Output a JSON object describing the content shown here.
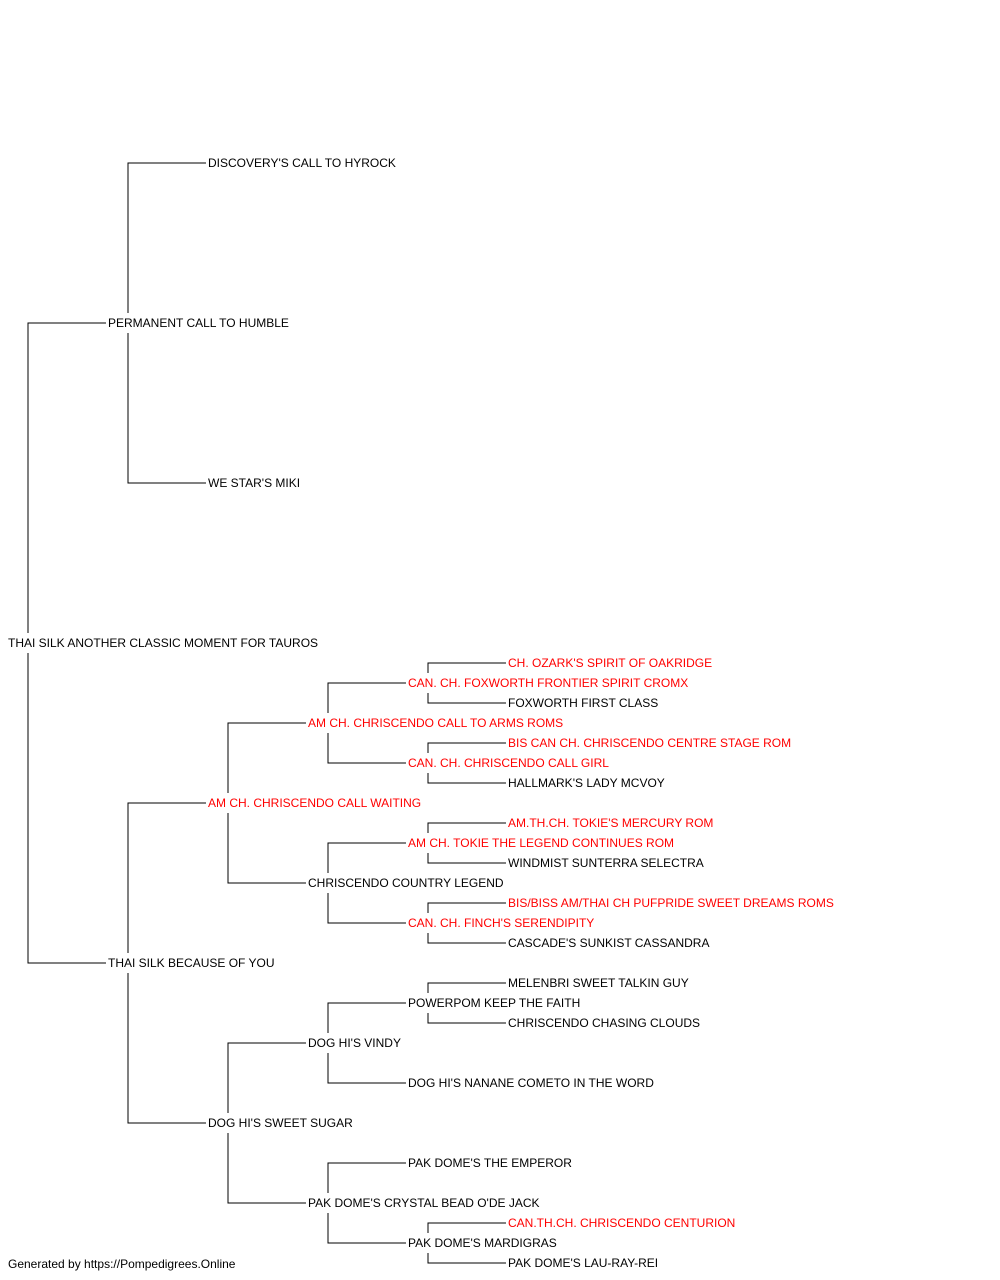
{
  "colors": {
    "champion": "#ff0000",
    "normal": "#000000",
    "line": "#000000"
  },
  "footer": "Generated by https://Pompedigrees.Online",
  "pedigree": {
    "name": "THAI SILK ANOTHER CLASSIC MOMENT FOR TAUROS",
    "sire": {
      "name": "PERMANENT CALL TO HUMBLE",
      "sire": {
        "name": "DISCOVERY'S CALL TO HYROCK"
      },
      "dam": {
        "name": "WE STAR'S MIKI"
      }
    },
    "dam": {
      "name": "THAI SILK BECAUSE OF YOU",
      "sire": {
        "name": "AM CH. CHRISCENDO CALL WAITING",
        "champion": true,
        "sire": {
          "name": "AM CH. CHRISCENDO CALL TO ARMS ROMS",
          "champion": true,
          "sire": {
            "name": "CAN. CH. FOXWORTH FRONTIER SPIRIT CROMX",
            "champion": true,
            "sire": {
              "name": "CH. OZARK'S SPIRIT OF OAKRIDGE",
              "champion": true
            },
            "dam": {
              "name": "FOXWORTH FIRST CLASS"
            }
          },
          "dam": {
            "name": "CAN. CH. CHRISCENDO CALL GIRL",
            "champion": true,
            "sire": {
              "name": "BIS CAN CH. CHRISCENDO CENTRE STAGE ROM",
              "champion": true
            },
            "dam": {
              "name": "HALLMARK'S LADY MCVOY"
            }
          }
        },
        "dam": {
          "name": "CHRISCENDO COUNTRY LEGEND",
          "sire": {
            "name": "AM CH. TOKIE THE LEGEND CONTINUES ROM",
            "champion": true,
            "sire": {
              "name": "AM.TH.CH. TOKIE'S MERCURY ROM",
              "champion": true
            },
            "dam": {
              "name": "WINDMIST SUNTERRA SELECTRA"
            }
          },
          "dam": {
            "name": "CAN. CH. FINCH'S SERENDIPITY",
            "champion": true,
            "sire": {
              "name": "BIS/BISS AM/THAI CH PUFPRIDE SWEET DREAMS ROMS",
              "champion": true
            },
            "dam": {
              "name": "CASCADE'S SUNKIST CASSANDRA"
            }
          }
        }
      },
      "dam": {
        "name": "DOG HI'S SWEET SUGAR",
        "sire": {
          "name": "DOG HI'S VINDY",
          "sire": {
            "name": "POWERPOM KEEP THE FAITH",
            "sire": {
              "name": "MELENBRI SWEET TALKIN GUY"
            },
            "dam": {
              "name": "CHRISCENDO CHASING CLOUDS"
            }
          },
          "dam": {
            "name": "DOG HI'S NANANE COMETO IN THE WORD"
          }
        },
        "dam": {
          "name": "PAK DOME'S CRYSTAL BEAD O'DE JACK",
          "sire": {
            "name": "PAK DOME'S THE EMPEROR"
          },
          "dam": {
            "name": "PAK DOME'S MARDIGRAS",
            "sire": {
              "name": "CAN.TH.CH. CHRISCENDO CENTURION",
              "champion": true
            },
            "dam": {
              "name": "PAK DOME'S LAU-RAY-REI"
            }
          }
        }
      }
    }
  }
}
